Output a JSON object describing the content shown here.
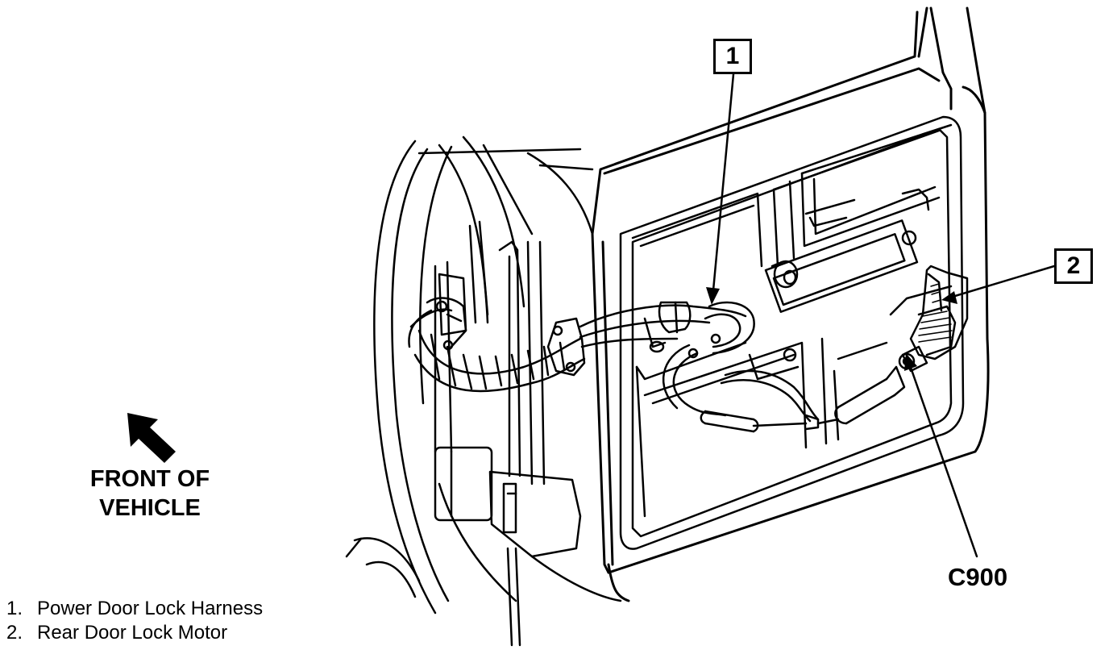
{
  "callouts": [
    {
      "number": "1"
    },
    {
      "number": "2"
    }
  ],
  "connector_label": "C900",
  "orientation": {
    "line1": "FRONT OF",
    "line2": "VEHICLE"
  },
  "legend": [
    {
      "num": "1.",
      "text": "Power Door Lock Harness"
    },
    {
      "num": "2.",
      "text": "Rear Door Lock Motor"
    }
  ],
  "colors": {
    "ink": "#000000",
    "paper": "#ffffff"
  }
}
